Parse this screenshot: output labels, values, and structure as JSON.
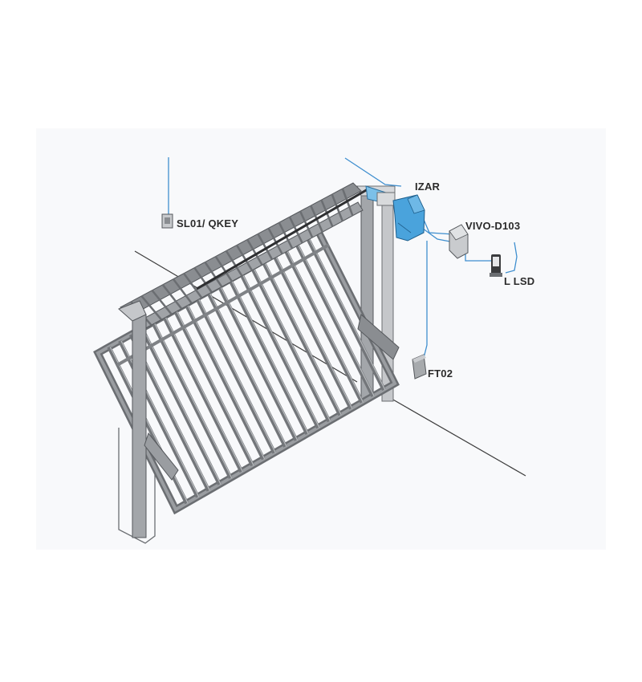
{
  "labels": {
    "selector": "SL01/ QKEY",
    "operator": "IZAR",
    "control_unit": "VIVO-D103",
    "flashing_light": "L LSD",
    "photocell": "FT02"
  },
  "colors": {
    "background_panel": "#f8f9fb",
    "frame_metal": "#8a8d91",
    "frame_dark": "#55585c",
    "bars": "#73767a",
    "operator_blue": "#4aa3dc",
    "cable_blue": "#3f8fcf",
    "ground_line": "#3c3c3c"
  },
  "icons": {
    "key_selector": "key-selector-icon",
    "gate_operator": "gate-operator-icon",
    "control_box": "control-box-icon",
    "warning_lamp": "warning-lamp-icon",
    "photocell": "photocell-icon"
  }
}
